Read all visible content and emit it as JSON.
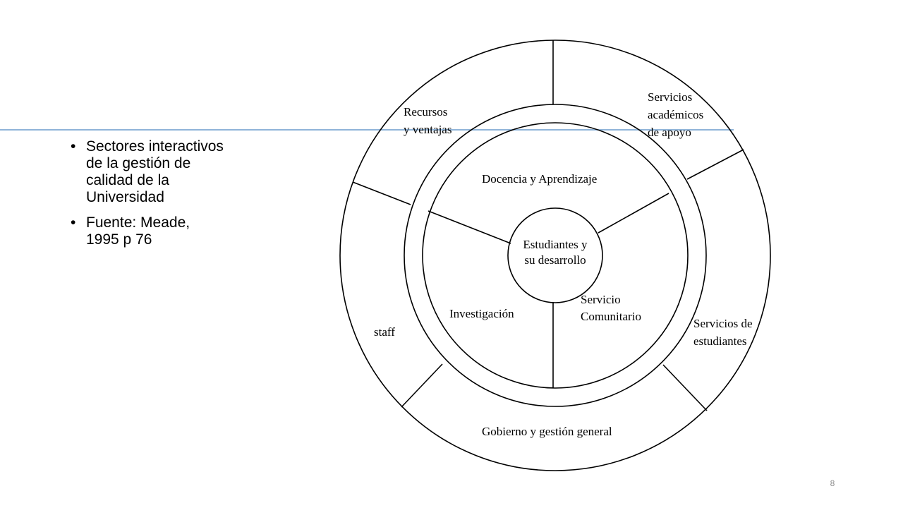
{
  "slide": {
    "bullets": [
      "Sectores interactivos de la gestión de calidad de la Universidad",
      "Fuente: Meade, 1995 p 76"
    ],
    "page_number": "8"
  },
  "diagram": {
    "center": [
      "Estudiantes y",
      "su desarrollo"
    ],
    "inner_sectors": {
      "docencia": [
        "Docencia y Aprendizaje"
      ],
      "investigacion": [
        "Investigación"
      ],
      "servicio_comunitario": [
        "Servicio",
        "Comunitario"
      ]
    },
    "outer_sectors": {
      "recursos": [
        "Recursos",
        "y ventajas"
      ],
      "servicios_academicos": [
        "Servicios",
        "académicos",
        "de apoyo"
      ],
      "servicios_estudiantes": [
        "Servicios de",
        "estudiantes"
      ],
      "gobierno": [
        "Gobierno y gestión general"
      ],
      "staff": [
        "staff"
      ]
    }
  }
}
